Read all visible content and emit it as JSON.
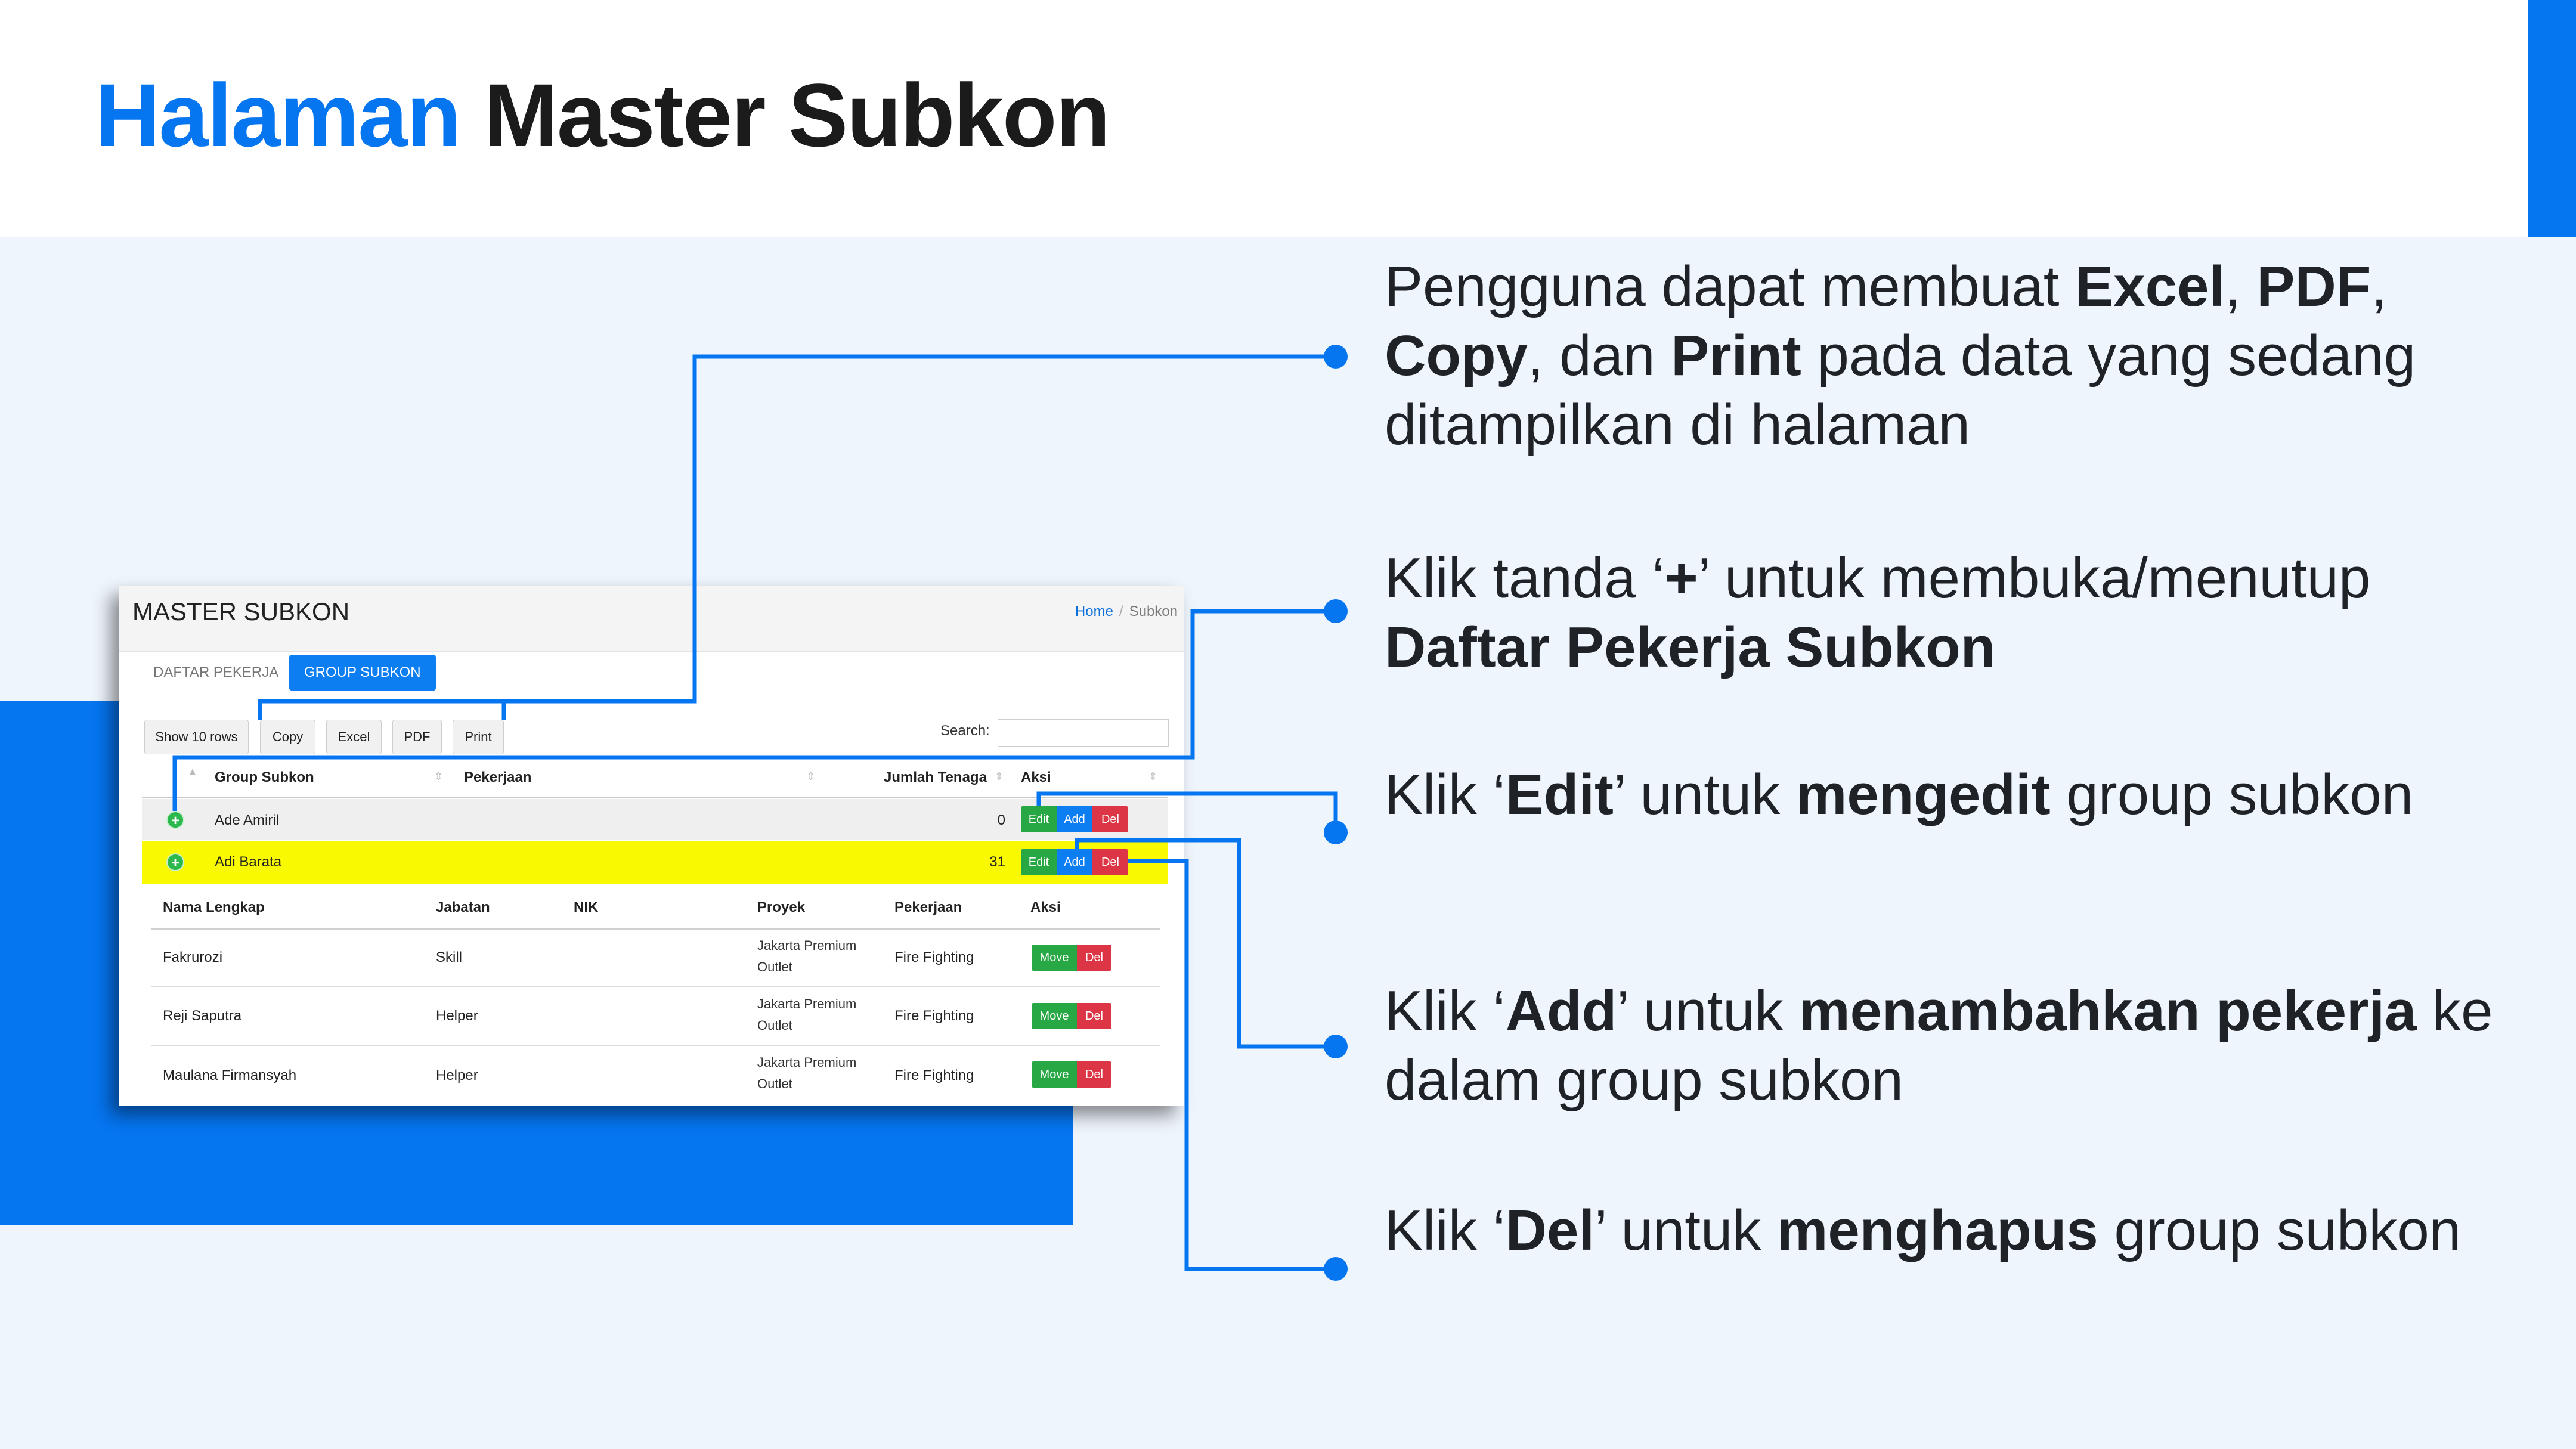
{
  "slide": {
    "title_accent": "Halaman",
    "title_rest": "Master Subkon",
    "colors": {
      "accent": "#0575f0",
      "light_bg": "#eff5fd",
      "highlight_row": "#f9f902"
    }
  },
  "callouts": [
    {
      "pre": "Pengguna dapat membuat ",
      "b1": "Excel",
      "t1": ", ",
      "b2": "PDF",
      "t2": ", ",
      "b3": "Copy",
      "t3": ", dan ",
      "b4": "Print",
      "post": " pada data yang sedang ditampilkan di halaman"
    },
    {
      "pre": "Klik tanda ‘",
      "b1": "+",
      "mid": "’ untuk membuka/menutup ",
      "b2": "Daftar Pekerja Subkon"
    },
    {
      "pre": "Klik ‘",
      "b1": "Edit",
      "mid": "’ untuk ",
      "b2": "mengedit",
      "post": " group subkon"
    },
    {
      "pre": "Klik ‘",
      "b1": "Add",
      "mid": "’ untuk ",
      "b2": "menambahkan pekerja",
      "post": " ke dalam group subkon"
    },
    {
      "pre": "Klik ‘",
      "b1": "Del",
      "mid": "’ untuk ",
      "b2": "menghapus",
      "post": " group subkon"
    }
  ],
  "app": {
    "title": "MASTER SUBKON",
    "breadcrumb": {
      "home": "Home",
      "separator": "/",
      "current": "Subkon"
    },
    "tabs": [
      {
        "label": "DAFTAR PEKERJA"
      },
      {
        "label": "GROUP SUBKON",
        "active": true
      }
    ],
    "toolbar": {
      "show_rows": "Show 10 rows",
      "copy": "Copy",
      "excel": "Excel",
      "pdf": "PDF",
      "print": "Print",
      "search_label": "Search:",
      "search_value": ""
    },
    "table": {
      "columns": [
        "Group Subkon",
        "Pekerjaan",
        "Jumlah Tenaga",
        "Aksi"
      ],
      "rows": [
        {
          "expander": "+",
          "group": "Ade Amiril",
          "pekerjaan": "",
          "jumlah": "0",
          "highlighted": false
        },
        {
          "expander": "+",
          "group": "Adi Barata",
          "pekerjaan": "",
          "jumlah": "31",
          "highlighted": true
        }
      ],
      "actions": {
        "edit": "Edit",
        "add": "Add",
        "del": "Del"
      }
    },
    "subtable": {
      "columns": [
        "Nama Lengkap",
        "Jabatan",
        "NIK",
        "Proyek",
        "Pekerjaan",
        "Aksi"
      ],
      "rows": [
        {
          "nama": "Fakrurozi",
          "jabatan": "Skill",
          "nik": "",
          "proyek_1": "Jakarta Premium",
          "proyek_2": "Outlet",
          "pekerjaan": "Fire Fighting"
        },
        {
          "nama": "Reji Saputra",
          "jabatan": "Helper",
          "nik": "",
          "proyek_1": "Jakarta Premium",
          "proyek_2": "Outlet",
          "pekerjaan": "Fire Fighting"
        },
        {
          "nama": "Maulana Firmansyah",
          "jabatan": "Helper",
          "nik": "",
          "proyek_1": "Jakarta Premium",
          "proyek_2": "Outlet",
          "pekerjaan": "Fire Fighting"
        }
      ],
      "actions": {
        "move": "Move",
        "del": "Del"
      }
    }
  }
}
